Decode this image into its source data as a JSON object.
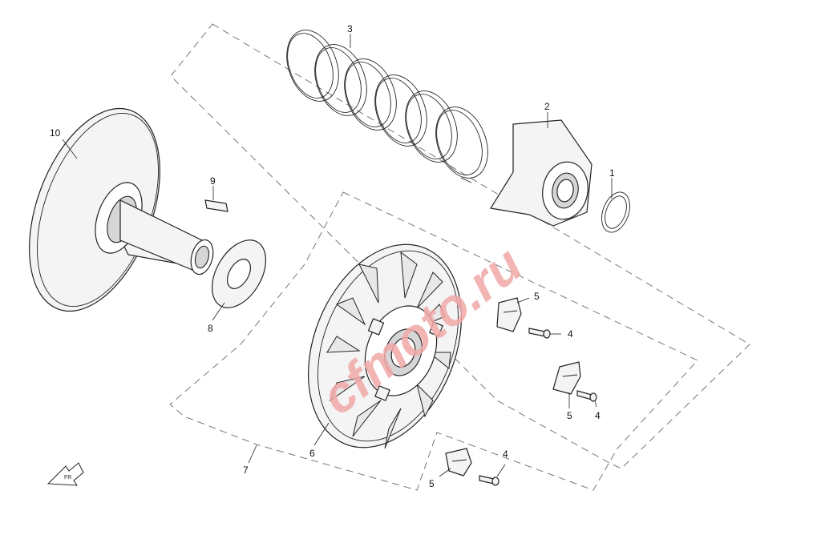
{
  "watermark": "cfmoto.ru",
  "callouts": [
    {
      "id": "1",
      "label": "1"
    },
    {
      "id": "2",
      "label": "2"
    },
    {
      "id": "3",
      "label": "3"
    },
    {
      "id": "4a",
      "label": "4"
    },
    {
      "id": "4b",
      "label": "4"
    },
    {
      "id": "4c",
      "label": "4"
    },
    {
      "id": "5a",
      "label": "5"
    },
    {
      "id": "5b",
      "label": "5"
    },
    {
      "id": "5c",
      "label": "5"
    },
    {
      "id": "6",
      "label": "6"
    },
    {
      "id": "7",
      "label": "7"
    },
    {
      "id": "8",
      "label": "8"
    },
    {
      "id": "9",
      "label": "9"
    },
    {
      "id": "10",
      "label": "10"
    }
  ],
  "front_arrow": {
    "label": "FR"
  },
  "colors": {
    "watermark": "#f2a8a8",
    "lines": "#222222",
    "dash": "#777777"
  }
}
